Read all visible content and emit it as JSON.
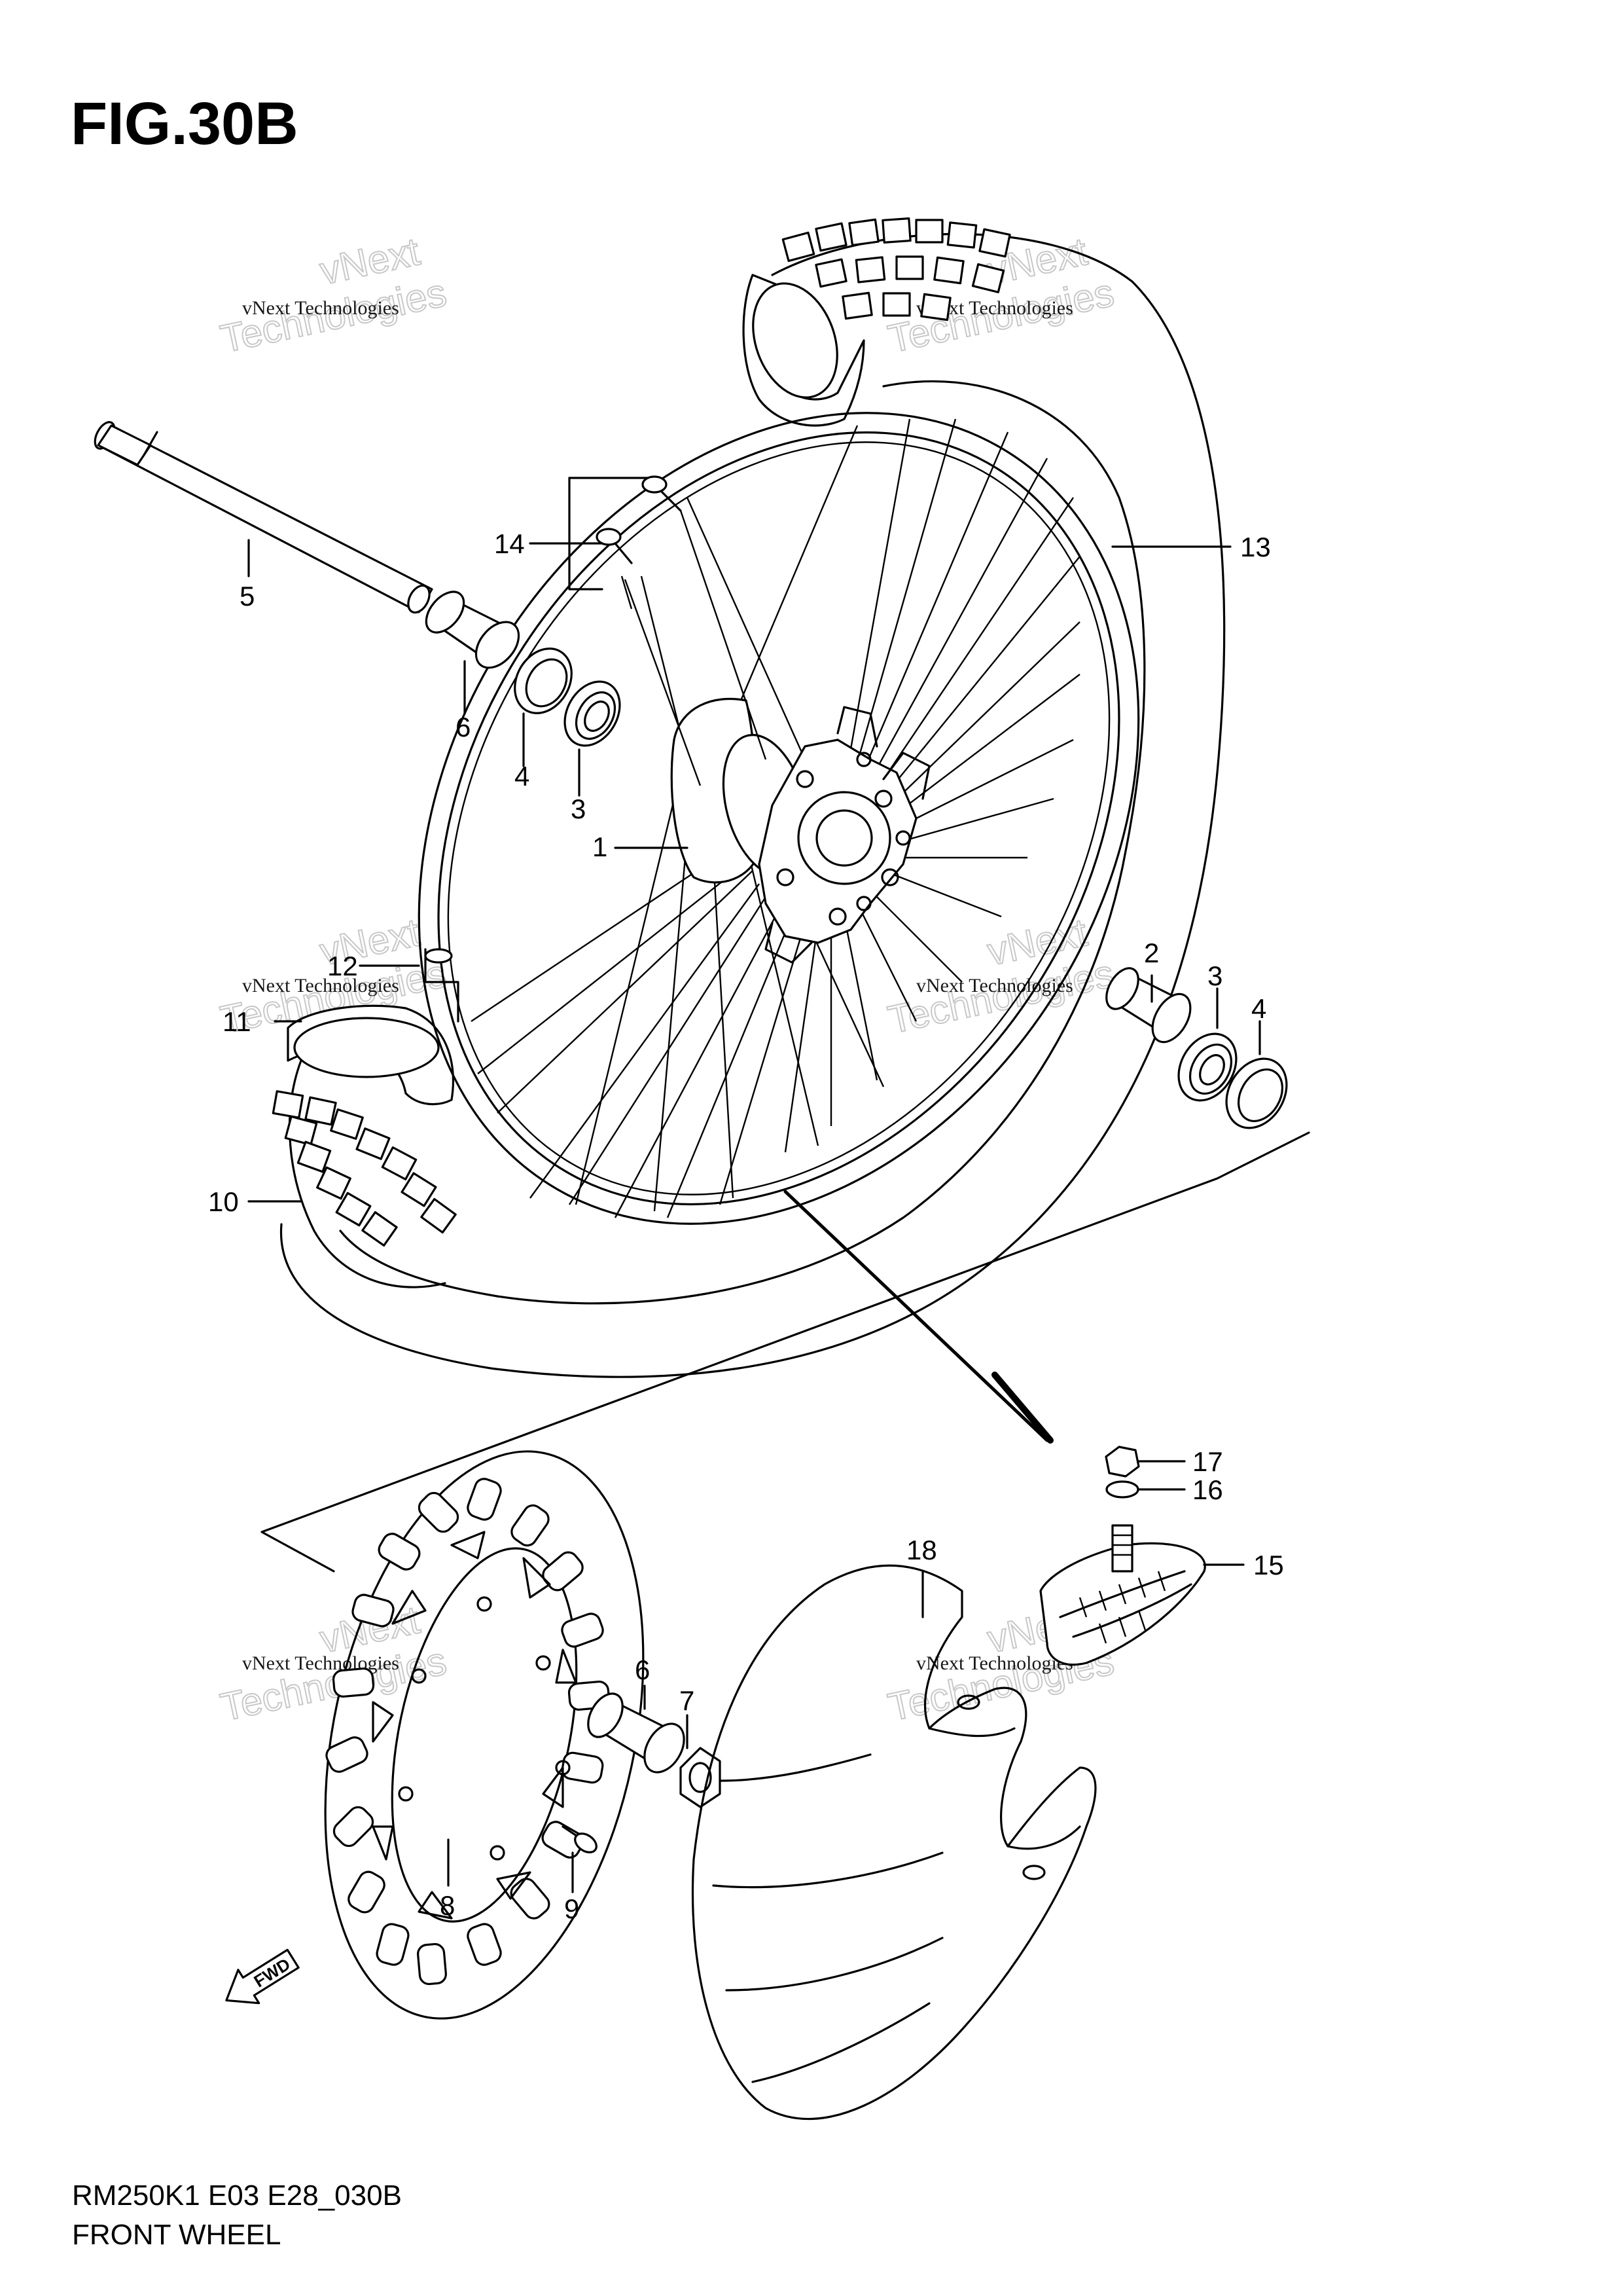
{
  "figure": {
    "title": "FIG.30B",
    "code": "RM250K1 E03 E28_030B",
    "name": "FRONT WHEEL",
    "fwd_label": "FWD"
  },
  "watermark": {
    "company": "vNext Technologies",
    "brand_top": "vNext",
    "brand_bottom": "Technologies"
  },
  "callouts": {
    "c1": "1",
    "c2": "2",
    "c3a": "3",
    "c3b": "3",
    "c4a": "4",
    "c4b": "4",
    "c5": "5",
    "c6a": "6",
    "c6b": "6",
    "c7": "7",
    "c8": "8",
    "c9": "9",
    "c10": "10",
    "c11": "11",
    "c12": "12",
    "c13": "13",
    "c14": "14",
    "c15": "15",
    "c16": "16",
    "c17": "17",
    "c18": "18"
  }
}
